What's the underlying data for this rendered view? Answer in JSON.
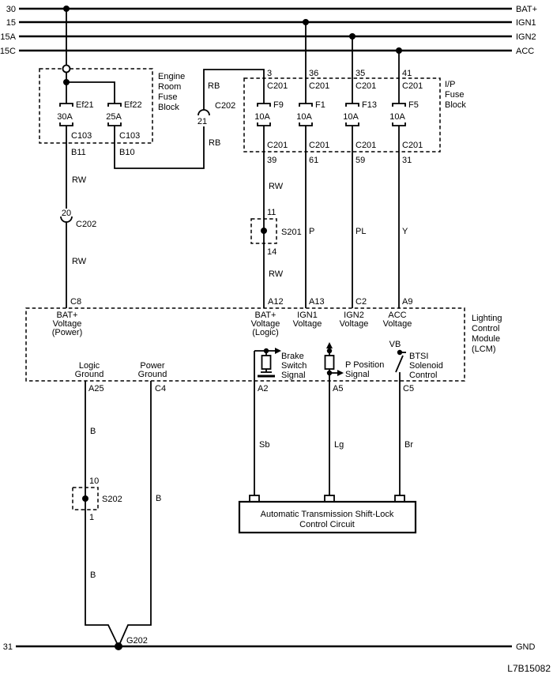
{
  "rails": {
    "bat": {
      "id": "30",
      "name": "BAT+"
    },
    "ign1": {
      "id": "15",
      "name": "IGN1"
    },
    "ign2": {
      "id": "15A",
      "name": "IGN2"
    },
    "acc": {
      "id": "15C",
      "name": "ACC"
    },
    "gnd": {
      "id": "31",
      "name": "GND"
    }
  },
  "engine_room_fuse_block": {
    "title": [
      "Engine",
      "Room",
      "Fuse",
      "Block"
    ],
    "fuses": [
      {
        "name": "Ef21",
        "rating": "30A",
        "connector": "C103",
        "pin": "B11"
      },
      {
        "name": "Ef22",
        "rating": "25A",
        "connector": "C103",
        "pin": "B10"
      }
    ]
  },
  "ip_fuse_block": {
    "title": [
      "I/P",
      "Fuse",
      "Block"
    ],
    "fuses": [
      {
        "top_pin": "3",
        "top_connector": "C201",
        "name": "F9",
        "rating": "10A",
        "bottom_connector": "C201",
        "bottom_pin": "39"
      },
      {
        "top_pin": "36",
        "top_connector": "C201",
        "name": "F1",
        "rating": "10A",
        "bottom_connector": "C201",
        "bottom_pin": "61"
      },
      {
        "top_pin": "35",
        "top_connector": "C201",
        "name": "F13",
        "rating": "10A",
        "bottom_connector": "C201",
        "bottom_pin": "59"
      },
      {
        "top_pin": "41",
        "top_connector": "C201",
        "name": "F5",
        "rating": "10A",
        "bottom_connector": "C201",
        "bottom_pin": "31"
      }
    ]
  },
  "inline_connectors": {
    "c202_rb": {
      "pin": "21",
      "name": "C202"
    },
    "c202_rw": {
      "pin": "20",
      "name": "C202"
    }
  },
  "splices": {
    "s201": {
      "top_pin": "11",
      "name": "S201",
      "bottom_pin": "14"
    },
    "s202": {
      "top_pin": "10",
      "name": "S202",
      "bottom_pin": "1"
    }
  },
  "grounds": {
    "g202": "G202"
  },
  "wire_colors": {
    "rb_upper": "RB",
    "rb_lower": "RB",
    "rw_power_upper": "RW",
    "rw_power_lower": "RW",
    "rw_logic_upper": "RW",
    "rw_logic_lower": "RW",
    "p": "P",
    "pl": "PL",
    "y": "Y",
    "sb": "Sb",
    "lg": "Lg",
    "br": "Br",
    "b_logic_upper": "B",
    "b_logic_lower": "B",
    "b_power": "B"
  },
  "lcm": {
    "title": [
      "Lighting",
      "Control",
      "Module",
      "(LCM)"
    ],
    "top_pins": [
      {
        "pin": "C8",
        "label": [
          "BAT+",
          "Voltage",
          "(Power)"
        ]
      },
      {
        "pin": "A12",
        "label": [
          "BAT+",
          "Voltage",
          "(Logic)"
        ]
      },
      {
        "pin": "A13",
        "label": [
          "IGN1",
          "Voltage"
        ]
      },
      {
        "pin": "C2",
        "label": [
          "IGN2",
          "Voltage"
        ]
      },
      {
        "pin": "A9",
        "label": [
          "ACC",
          "Voltage"
        ]
      }
    ],
    "bottom_pins": [
      {
        "pin": "A25",
        "label": [
          "Logic",
          "Ground"
        ]
      },
      {
        "pin": "C4",
        "label": [
          "Power",
          "Ground"
        ]
      },
      {
        "pin": "A2",
        "label": [
          "Brake",
          "Switch",
          "Signal"
        ]
      },
      {
        "pin": "A5",
        "label": [
          "P Position",
          "Signal"
        ]
      },
      {
        "pin": "C5",
        "label": [
          "BTSI",
          "Solenoid",
          "Control"
        ],
        "supply": "VB"
      }
    ]
  },
  "shift_lock_box": {
    "label": [
      "Automatic Transmission Shift-Lock",
      "Control Circuit"
    ]
  },
  "doc_number": "L7B15082"
}
